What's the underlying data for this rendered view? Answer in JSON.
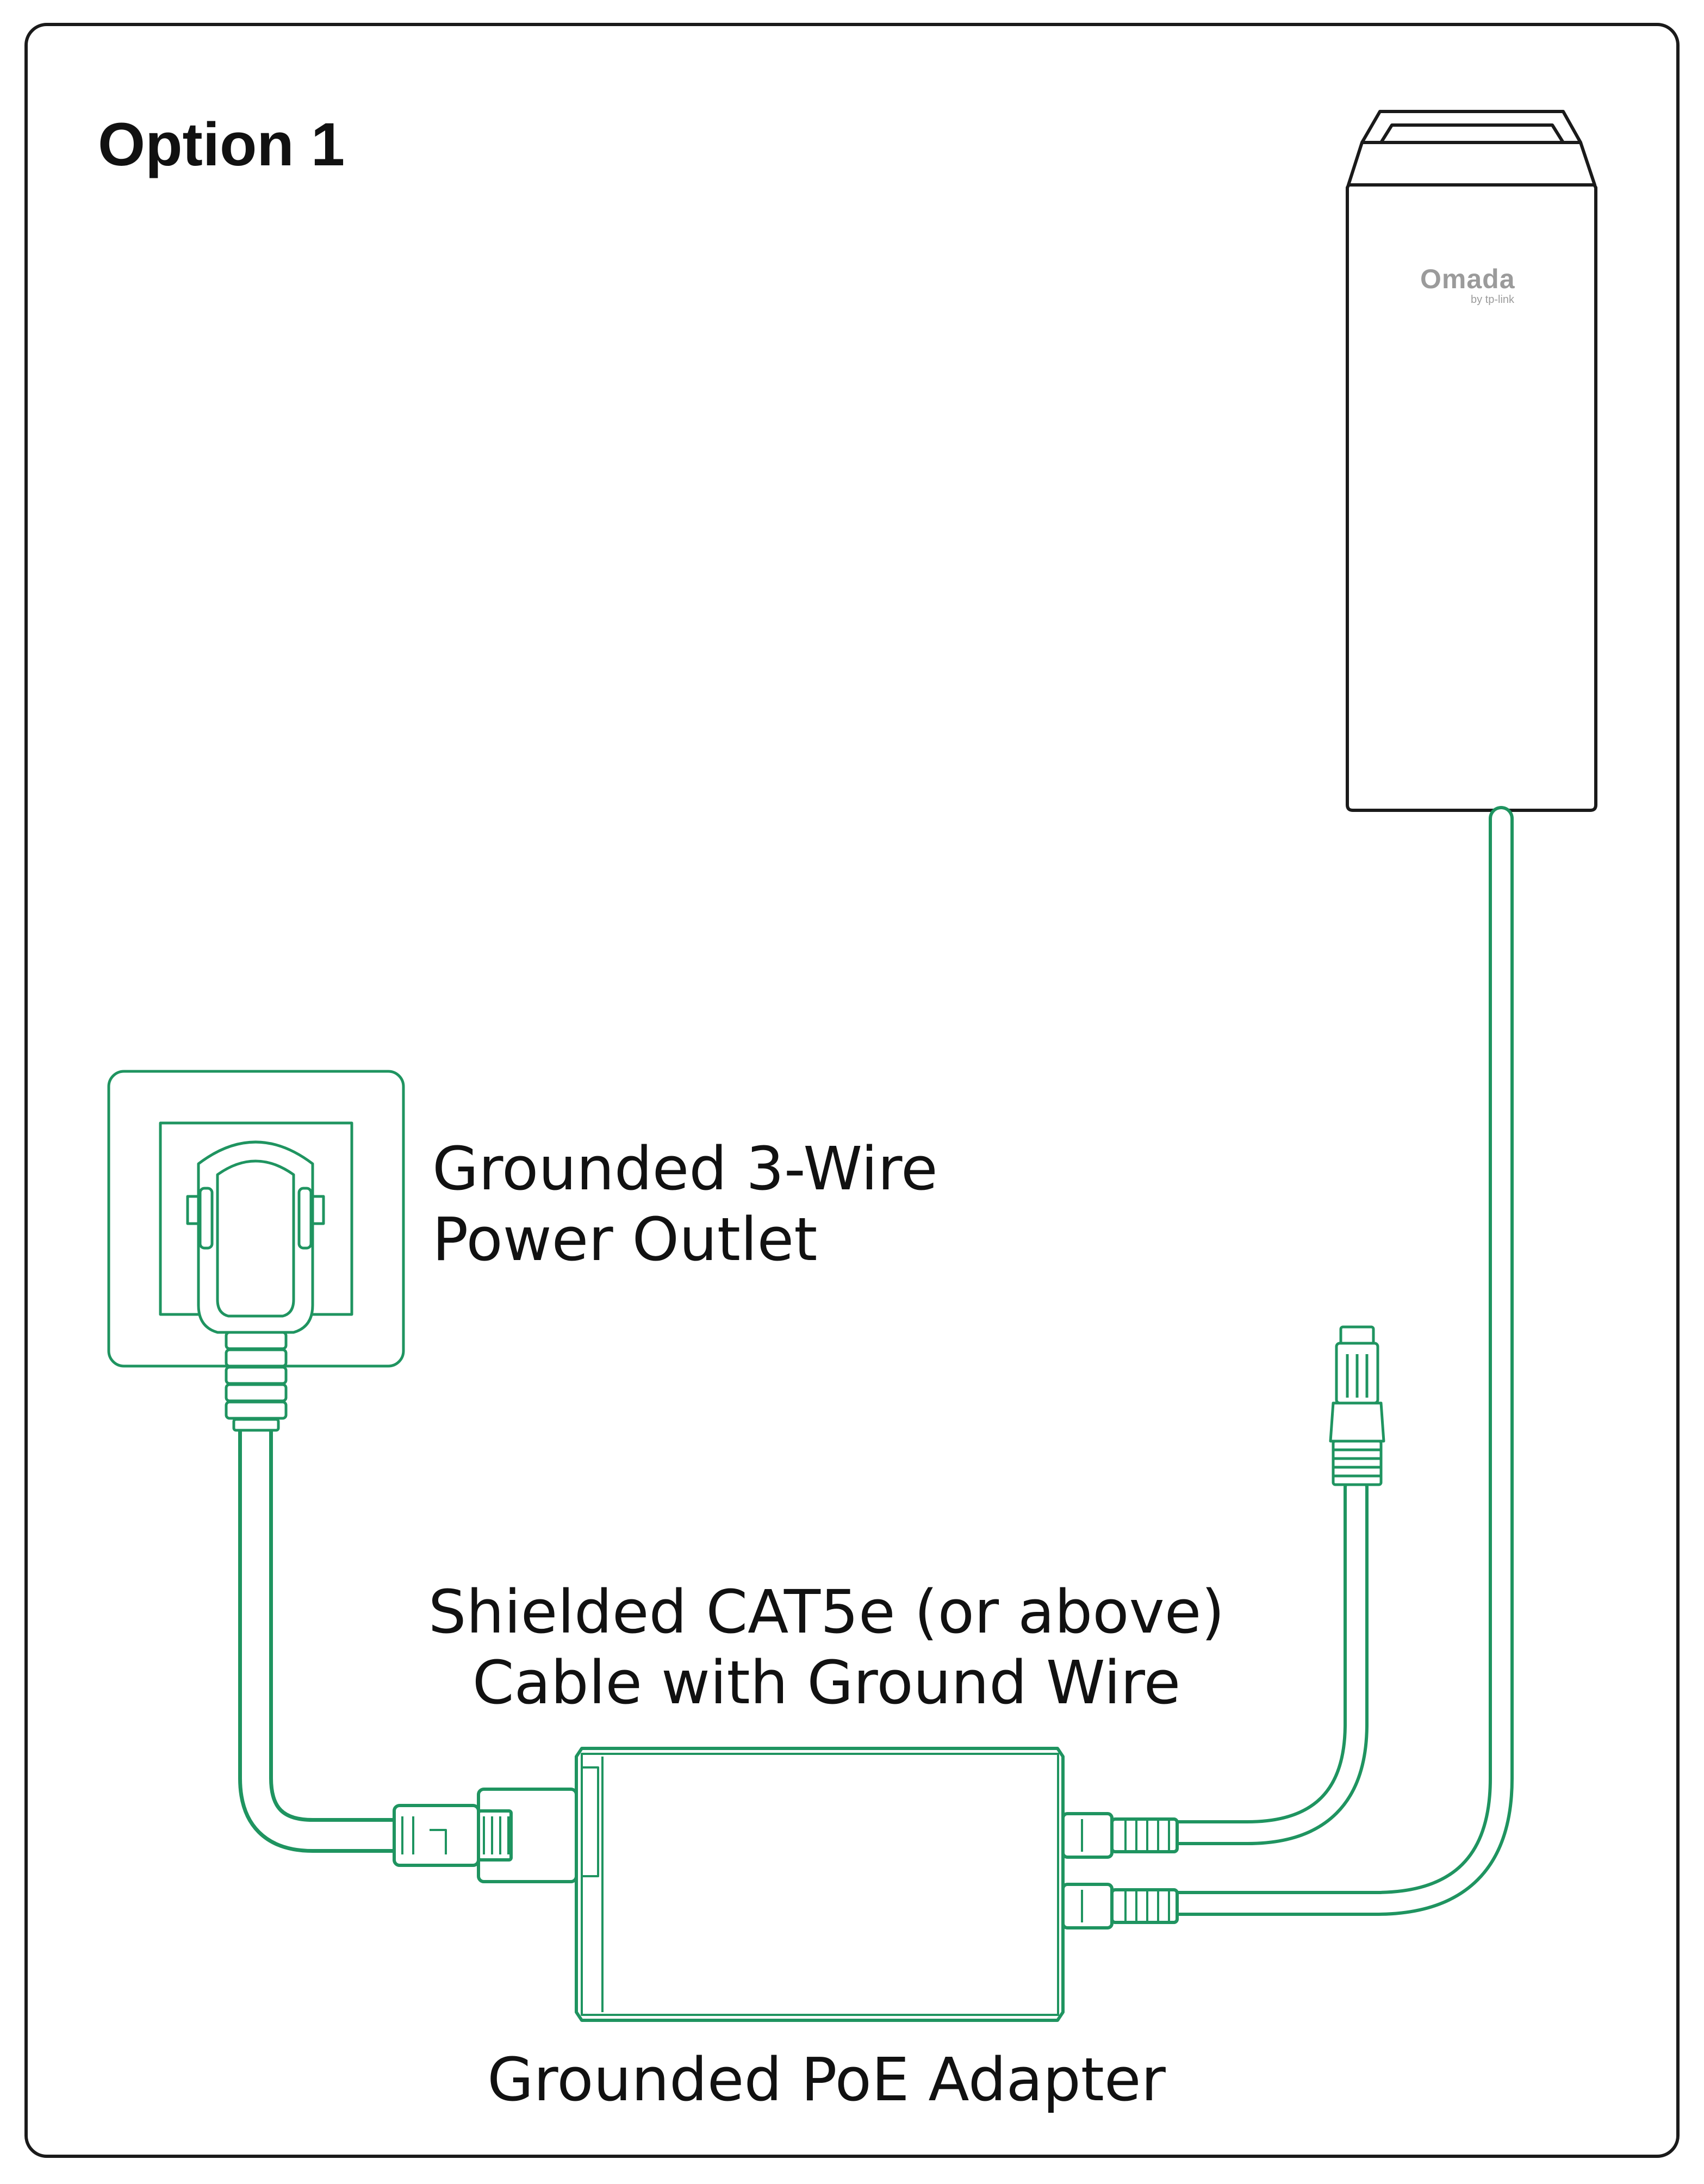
{
  "title": "Option 1",
  "device": {
    "brand": "Omada",
    "brand_sub": "by tp-link"
  },
  "labels": {
    "outlet_line1": "Grounded 3-Wire",
    "outlet_line2": "Power Outlet",
    "cable_line1": "Shielded CAT5e (or above)",
    "cable_line2": "Cable with Ground Wire",
    "adapter": "Grounded PoE Adapter"
  },
  "colors": {
    "cable": "#1f9460",
    "outline": "#1a1a1a",
    "adapter_fill": "#ffffff"
  }
}
